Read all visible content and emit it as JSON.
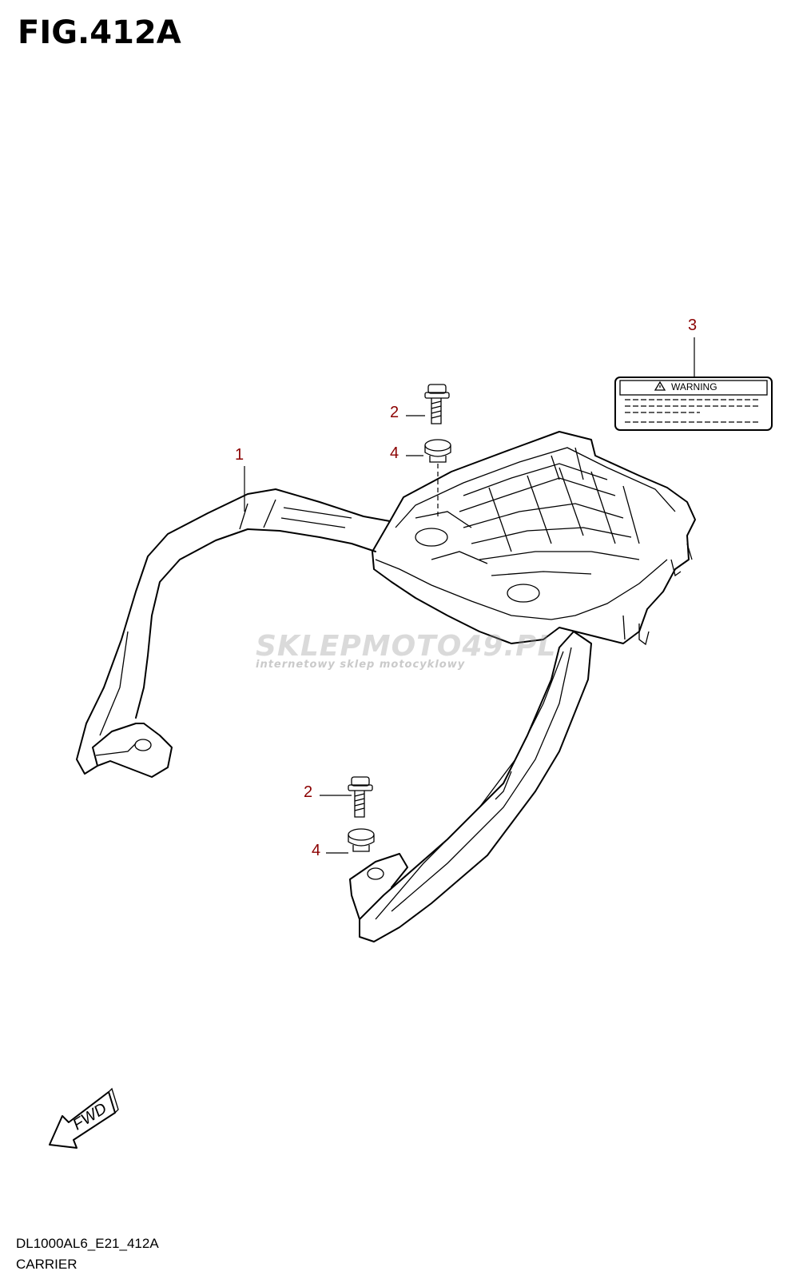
{
  "figure": {
    "title": "FIG.412A",
    "code": "DL1000AL6_E21_412A",
    "name": "CARRIER"
  },
  "callouts": [
    {
      "id": "part-1",
      "label": "1"
    },
    {
      "id": "part-2-upper",
      "label": "2"
    },
    {
      "id": "part-4-upper",
      "label": "4"
    },
    {
      "id": "part-3",
      "label": "3"
    },
    {
      "id": "part-2-lower",
      "label": "2"
    },
    {
      "id": "part-4-lower",
      "label": "4"
    }
  ],
  "warning_label": {
    "heading": "WARNING"
  },
  "fwd_arrow": {
    "text": "FWD"
  },
  "watermark": {
    "main": "SKLEPMOTO49.PL",
    "sub": "internetowy sklep motocyklowy"
  },
  "colors": {
    "callout_text": "#8b0000",
    "line": "#000000",
    "watermark": "#999999"
  }
}
